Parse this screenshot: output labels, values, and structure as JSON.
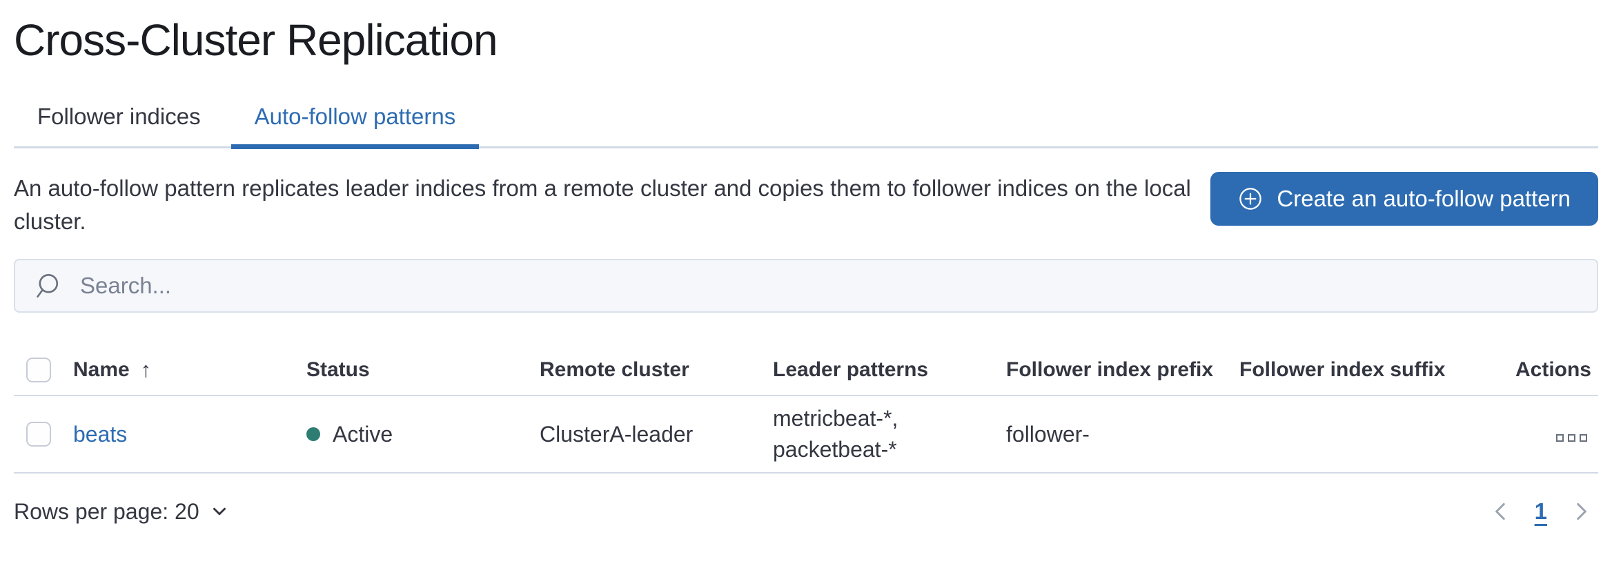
{
  "page": {
    "title": "Cross-Cluster Replication"
  },
  "tabs": [
    {
      "label": "Follower indices",
      "active": false
    },
    {
      "label": "Auto-follow patterns",
      "active": true
    }
  ],
  "intro": {
    "description": "An auto-follow pattern replicates leader indices from a remote cluster and copies them to follower indices on the local cluster.",
    "create_button_label": "Create an auto-follow pattern",
    "create_button_icon": "plus-in-circle-icon"
  },
  "search": {
    "placeholder": "Search...",
    "value": "",
    "icon": "search-icon"
  },
  "table": {
    "sort": {
      "column": "Name",
      "direction": "ascending"
    },
    "columns": [
      "Name",
      "Status",
      "Remote cluster",
      "Leader patterns",
      "Follower index prefix",
      "Follower index suffix",
      "Actions"
    ],
    "rows": [
      {
        "name": "beats",
        "status": "Active",
        "remote_cluster": "ClusterA-leader",
        "leader_patterns": "metricbeat-*, packetbeat-*",
        "follower_index_prefix": "follower-",
        "follower_index_suffix": "",
        "actions_icon": "boxes-horizontal-icon"
      }
    ]
  },
  "footer": {
    "rows_per_page_label": "Rows per page: 20",
    "pagination": {
      "previous_icon": "chevron-left-icon",
      "current_page": "1",
      "next_icon": "chevron-right-icon"
    }
  },
  "icons": {
    "sort_ascending": "↑"
  },
  "colors": {
    "primary": "#2d6cb2",
    "title_text": "#1a1c21",
    "body_text": "#343741",
    "muted_text": "#69707d",
    "disabled": "#98a2b3",
    "border": "#d3dae6",
    "status_active": "#2d7d73",
    "search_bg": "#f5f7fa"
  }
}
